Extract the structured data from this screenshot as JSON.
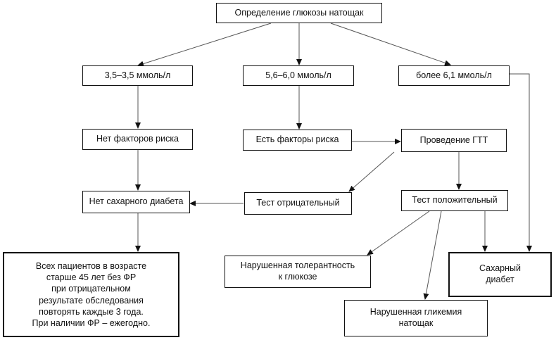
{
  "nodes": {
    "fasting_glucose": "Определение глюкозы натощак",
    "range_low": "3,5–3,5 ммоль/л",
    "range_mid": "5,6–6,0 ммоль/л",
    "range_high": "более 6,1 ммоль/л",
    "no_risk_factors": "Нет факторов риска",
    "risk_factors": "Есть факторы риска",
    "gtt": "Проведение ГТТ",
    "no_diabetes": "Нет сахарного диабета",
    "test_negative": "Тест отрицательный",
    "test_positive": "Тест положительный",
    "screening_advice": "Всех пациентов в возрасте\nстарше 45 лет без ФР\nпри отрицательном\nрезультате обследования\nповторять каждые 3 года.\nПри наличии ФР – ежегодно.",
    "impaired_tolerance": "Нарушенная толерантность\nк глюкозе",
    "impaired_fasting": "Нарушенная гликемия\nнатощак",
    "diabetes": "Сахарный\nдиабет"
  }
}
